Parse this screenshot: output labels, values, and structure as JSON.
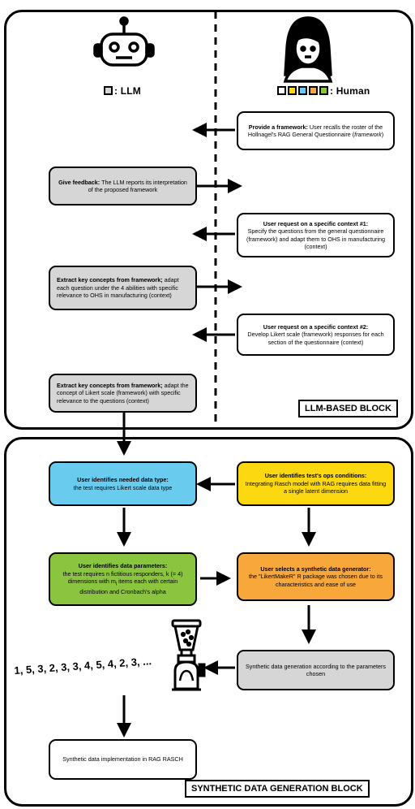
{
  "header": {
    "llm_label": ": LLM",
    "human_label": ": Human"
  },
  "colors": {
    "llm": "#d6d6d6",
    "human_palette": [
      "#ffffff",
      "#fbd80f",
      "#69ccee",
      "#f8a73a",
      "#8bc53f"
    ]
  },
  "llm_block": {
    "title": "LLM-BASED BLOCK",
    "nodes": [
      {
        "bold": "Provide a framework:",
        "text": " User recalls the roster of the Hollnagel's RAG General Questionnaire (",
        "italic": "framework",
        "tail": ")"
      },
      {
        "bold": "Give feedback:",
        "text": " The LLM reports its interpretation of the proposed framework"
      },
      {
        "bold": "User request on a specific context #1:",
        "text": "Specify the questions from the general questionnaire (framework) and adapt them to OHS in manufacturing (context)"
      },
      {
        "bold": "Extract key concepts from framework;",
        "text": " adapt each question under the 4 abilities with specific relevance to OHS in manufacturing (context)"
      },
      {
        "bold": "User request on a specific context #2:",
        "text": "Develop Likert scale (framework) responses for each section of the questionnaire (context)"
      },
      {
        "bold": "Extract key concepts from framework;",
        "text": " adapt the concept of Likert scale (framework) with specific relevance to the questions (context)"
      }
    ]
  },
  "synthetic_block": {
    "title": "SYNTHETIC DATA GENERATION BLOCK",
    "nodes": [
      {
        "bold": "User identifies needed data type:",
        "text": "the test requires Likert scale data type"
      },
      {
        "bold": "User identifies test's ops conditions:",
        "text": "Integrating Rasch model with RAG requires data fitting a single latent dimension"
      },
      {
        "bold": "User identifies data parameters:",
        "text": "the test requires n fictitious responders, k (= 4) dimensions with m",
        "sub": "i",
        "tail": " items each with certain distribution and Cronbach's alpha"
      },
      {
        "bold": "User selects a synthetic data generator:",
        "text": "the \"LikertMakeR\" R package was chosen due to its characteristics and ease of use"
      },
      {
        "text": "Synthetic data generation according to the parameters chosen"
      },
      {
        "text": "Synthetic data implementation in RAG RASCH"
      }
    ],
    "sequence": "1, 5, 3, 2, 3, 3, 4, 5, 4, 2, 3, ..."
  }
}
